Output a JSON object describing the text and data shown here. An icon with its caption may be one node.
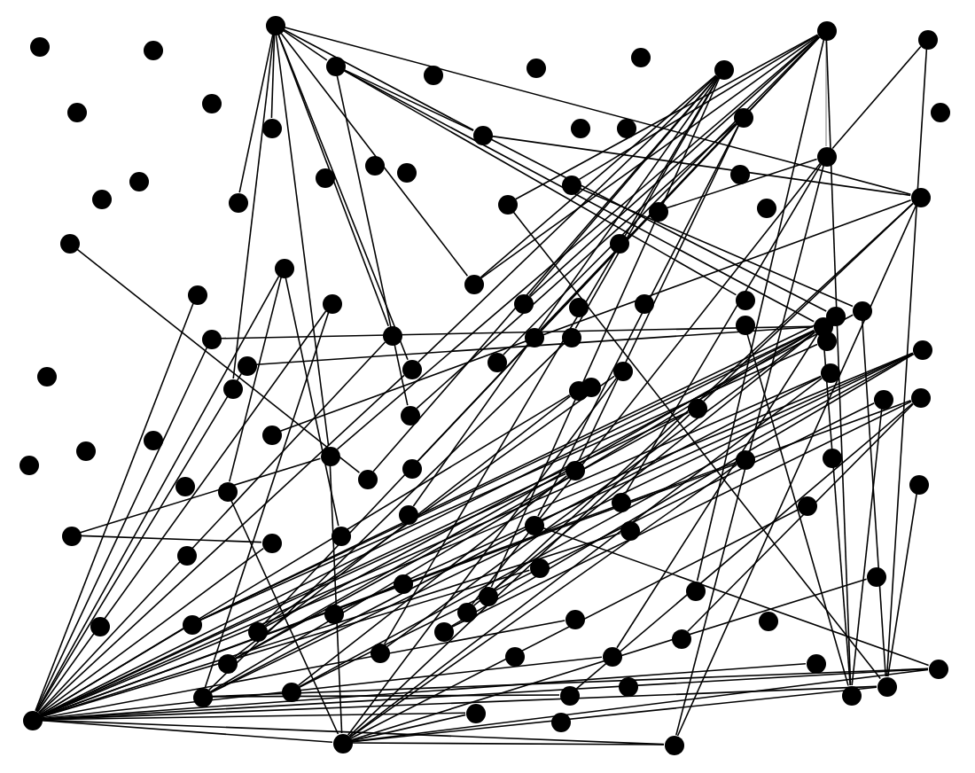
{
  "diagram": {
    "nodes": [
      {
        "text": [],
        "shape": "circle"
      },
      {
        "text": [],
        "shape": "circle"
      },
      {
        "text": [],
        "shape": "circle"
      },
      {
        "text": [],
        "shape": "circle"
      },
      {
        "text": [],
        "shape": "circle"
      },
      {
        "text": [],
        "shape": "circle"
      },
      {
        "text": [],
        "shape": "circle"
      },
      {
        "text": [],
        "shape": "circle"
      },
      {
        "text": [],
        "shape": "circle"
      },
      {
        "text": [],
        "shape": "circle"
      },
      {
        "text": [],
        "shape": "circle"
      },
      {
        "text": [],
        "shape": "circle"
      },
      {
        "text": [],
        "shape": "circle"
      },
      {
        "text": [],
        "shape": "circle"
      },
      {
        "text": [],
        "shape": "circle"
      },
      {
        "text": [],
        "shape": "circle"
      },
      {
        "text": [],
        "shape": "circle"
      },
      {
        "text": [],
        "shape": "circle"
      },
      {
        "text": [],
        "shape": "circle"
      },
      {
        "text": [],
        "shape": "circle"
      },
      {
        "text": [],
        "shape": "circle"
      },
      {
        "text": [],
        "shape": "circle"
      },
      {
        "text": [],
        "shape": "circle"
      },
      {
        "text": [],
        "shape": "circle"
      },
      {
        "text": [],
        "shape": "circle"
      },
      {
        "text": [],
        "shape": "circle"
      },
      {
        "text": [],
        "shape": "circle"
      },
      {
        "text": [],
        "shape": "circle"
      },
      {
        "text": [],
        "shape": "circle"
      },
      {
        "text": [],
        "shape": "circle"
      },
      {
        "text": [],
        "shape": "circle"
      },
      {
        "text": [],
        "shape": "circle"
      },
      {
        "text": [],
        "shape": "circle"
      },
      {
        "text": [],
        "shape": "circle"
      },
      {
        "text": [],
        "shape": "circle"
      },
      {
        "text": [],
        "shape": "circle"
      },
      {
        "text": [],
        "shape": "circle"
      },
      {
        "text": [],
        "shape": "circle"
      },
      {
        "text": [],
        "shape": "circle"
      },
      {
        "text": [],
        "shape": "circle"
      },
      {
        "text": [],
        "shape": "circle"
      },
      {
        "text": [],
        "shape": "circle"
      },
      {
        "text": [],
        "shape": "circle"
      },
      {
        "text": [],
        "shape": "circle"
      },
      {
        "text": [],
        "shape": "circle"
      },
      {
        "text": [],
        "shape": "circle"
      },
      {
        "text": [],
        "shape": "circle"
      },
      {
        "text": [],
        "shape": "circle"
      },
      {
        "text": [],
        "shape": "circle"
      },
      {
        "text": [],
        "shape": "circle"
      },
      {
        "text": [],
        "shape": "circle"
      },
      {
        "text": [],
        "shape": "circle"
      },
      {
        "text": [],
        "shape": "circle"
      },
      {
        "text": [],
        "shape": "circle"
      },
      {
        "text": [],
        "shape": "circle"
      },
      {
        "text": [],
        "shape": "circle"
      },
      {
        "text": [],
        "shape": "circle"
      },
      {
        "text": [],
        "shape": "circle"
      },
      {
        "text": [],
        "shape": "circle"
      },
      {
        "text": [],
        "shape": "circle"
      },
      {
        "text": [],
        "shape": "circle"
      },
      {
        "text": [],
        "shape": "circle"
      },
      {
        "text": [],
        "shape": "circle"
      },
      {
        "text": [],
        "shape": "circle"
      },
      {
        "text": [],
        "shape": "circle"
      },
      {
        "text": [],
        "shape": "circle"
      },
      {
        "text": [],
        "shape": "circle"
      },
      {
        "text": [],
        "shape": "circle"
      },
      {
        "text": [],
        "shape": "circle"
      },
      {
        "text": [],
        "shape": "circle"
      },
      {
        "text": [],
        "shape": "circle"
      },
      {
        "text": [],
        "shape": "circle"
      },
      {
        "text": [],
        "shape": "circle"
      },
      {
        "text": [],
        "shape": "circle"
      },
      {
        "text": [],
        "shape": "circle"
      },
      {
        "text": [],
        "shape": "circle"
      },
      {
        "text": [],
        "shape": "circle"
      },
      {
        "text": [],
        "shape": "circle"
      },
      {
        "text": [],
        "shape": "circle"
      },
      {
        "text": [],
        "shape": "circle"
      },
      {
        "text": [],
        "shape": "circle"
      },
      {
        "text": [],
        "shape": "circle"
      },
      {
        "text": [],
        "shape": "circle"
      },
      {
        "text": [],
        "shape": "circle"
      },
      {
        "text": [],
        "shape": "circle"
      },
      {
        "text": [],
        "shape": "circle"
      },
      {
        "text": [],
        "shape": "circle"
      },
      {
        "text": [],
        "shape": "circle"
      },
      {
        "text": [],
        "shape": "circle"
      },
      {
        "text": [],
        "shape": "circle"
      },
      {
        "text": [],
        "shape": "circle"
      },
      {
        "text": [],
        "shape": "circle"
      },
      {
        "text": [],
        "shape": "circle"
      },
      {
        "text": [],
        "shape": "circle"
      },
      {
        "text": [],
        "shape": "circle"
      },
      {
        "text": [],
        "shape": "circle"
      },
      {
        "text": [],
        "shape": "circle"
      },
      {
        "text": [],
        "shape": "circle"
      },
      {
        "text": [],
        "shape": "circle"
      },
      {
        "text": [],
        "shape": "circle"
      },
      {
        "text": [],
        "shape": "circle"
      },
      {
        "text": [],
        "shape": "circle"
      },
      {
        "text": [],
        "shape": "circle"
      },
      {
        "text": [],
        "shape": "circle"
      },
      {
        "text": [],
        "shape": "circle"
      },
      {
        "text": [],
        "shape": "circle"
      },
      {
        "text": [],
        "shape": "circle"
      },
      {
        "text": [],
        "shape": "circle"
      },
      {
        "text": [],
        "shape": "circle"
      },
      {
        "text": [],
        "shape": "circle"
      },
      {
        "text": [],
        "shape": "circle"
      },
      {
        "text": [],
        "shape": "circle"
      },
      {
        "text": [],
        "shape": "circle"
      },
      {
        "text": [],
        "shape": "circle"
      },
      {
        "text": [],
        "shape": "circle"
      },
      {
        "text": [],
        "shape": "circle"
      },
      {
        "text": [],
        "shape": "circle"
      }
    ],
    "edges": [
      {
        "from": 104,
        "to": 34,
        "arrow": "none"
      },
      {
        "from": 104,
        "to": 36,
        "arrow": "none"
      },
      {
        "from": 104,
        "to": 32,
        "arrow": "none"
      },
      {
        "from": 104,
        "to": 45,
        "arrow": "none"
      },
      {
        "from": 104,
        "to": 51,
        "arrow": "none"
      },
      {
        "from": 104,
        "to": 46,
        "arrow": "none"
      },
      {
        "from": 104,
        "to": 52,
        "arrow": "none"
      },
      {
        "from": 104,
        "to": 57,
        "arrow": "none"
      },
      {
        "from": 104,
        "to": 61,
        "arrow": "none"
      },
      {
        "from": 104,
        "to": 44,
        "arrow": "none"
      },
      {
        "from": 104,
        "to": 50,
        "arrow": "none"
      },
      {
        "from": 104,
        "to": 59,
        "arrow": "none"
      },
      {
        "from": 104,
        "to": 60,
        "arrow": "none"
      },
      {
        "from": 104,
        "to": 73,
        "arrow": "none"
      },
      {
        "from": 104,
        "to": 74,
        "arrow": "none"
      },
      {
        "from": 104,
        "to": 83,
        "arrow": "none"
      },
      {
        "from": 104,
        "to": 86,
        "arrow": "none"
      },
      {
        "from": 104,
        "to": 98,
        "arrow": "none"
      },
      {
        "from": 104,
        "to": 100,
        "arrow": "none"
      },
      {
        "from": 104,
        "to": 102,
        "arrow": "none"
      },
      {
        "from": 104,
        "to": 108,
        "arrow": "none"
      },
      {
        "from": 104,
        "to": 109,
        "arrow": "none"
      },
      {
        "from": 104,
        "to": 113,
        "arrow": "none"
      },
      {
        "from": 104,
        "to": 115,
        "arrow": "none"
      },
      {
        "from": 104,
        "to": 116,
        "arrow": "none"
      },
      {
        "from": 104,
        "to": 93,
        "arrow": "none"
      },
      {
        "from": 104,
        "to": 80,
        "arrow": "none"
      },
      {
        "from": 0,
        "to": 5,
        "arrow": "none"
      },
      {
        "from": 0,
        "to": 12,
        "arrow": "none"
      },
      {
        "from": 0,
        "to": 13,
        "arrow": "none"
      },
      {
        "from": 0,
        "to": 26,
        "arrow": "none"
      },
      {
        "from": 0,
        "to": 56,
        "arrow": "none"
      },
      {
        "from": 0,
        "to": 67,
        "arrow": "none"
      },
      {
        "from": 0,
        "to": 46,
        "arrow": "none"
      },
      {
        "from": 0,
        "to": 52,
        "arrow": "none"
      },
      {
        "from": 0,
        "to": 30,
        "arrow": "none"
      },
      {
        "from": 0,
        "to": 35,
        "arrow": "none"
      },
      {
        "from": 5,
        "to": 13,
        "arrow": "none"
      },
      {
        "from": 5,
        "to": 40,
        "arrow": "none"
      },
      {
        "from": 5,
        "to": 44,
        "arrow": "none"
      },
      {
        "from": 5,
        "to": 63,
        "arrow": "none"
      },
      {
        "from": 1,
        "to": 27,
        "arrow": "none"
      },
      {
        "from": 1,
        "to": 23,
        "arrow": "none"
      },
      {
        "from": 1,
        "to": 24,
        "arrow": "none",
        "color": "#aaaaaa"
      },
      {
        "from": 1,
        "to": 35,
        "arrow": "none"
      },
      {
        "from": 1,
        "to": 39,
        "arrow": "none"
      },
      {
        "from": 1,
        "to": 47,
        "arrow": "none"
      },
      {
        "from": 1,
        "to": 53,
        "arrow": "none"
      },
      {
        "from": 1,
        "to": 71,
        "arrow": "none"
      },
      {
        "from": 1,
        "to": 67,
        "arrow": "none"
      },
      {
        "from": 1,
        "to": 90,
        "arrow": "none"
      },
      {
        "from": 4,
        "to": 24,
        "arrow": "none"
      },
      {
        "from": 4,
        "to": 115,
        "arrow": "none"
      },
      {
        "from": 9,
        "to": 35,
        "arrow": "none"
      },
      {
        "from": 9,
        "to": 39,
        "arrow": "none"
      },
      {
        "from": 9,
        "to": 48,
        "arrow": "none"
      },
      {
        "from": 9,
        "to": 52,
        "arrow": "none"
      },
      {
        "from": 9,
        "to": 70,
        "arrow": "none"
      },
      {
        "from": 9,
        "to": 81,
        "arrow": "none"
      },
      {
        "from": 9,
        "to": 87,
        "arrow": "none"
      },
      {
        "from": 9,
        "to": 96,
        "arrow": "none"
      },
      {
        "from": 16,
        "to": 63,
        "arrow": "none"
      },
      {
        "from": 16,
        "to": 73,
        "arrow": "none"
      },
      {
        "from": 16,
        "to": 82,
        "arrow": "none"
      },
      {
        "from": 16,
        "to": 94,
        "arrow": "none"
      },
      {
        "from": 13,
        "to": 30,
        "arrow": "none"
      },
      {
        "from": 13,
        "to": 43,
        "arrow": "none"
      },
      {
        "from": 23,
        "to": 41,
        "arrow": "none"
      },
      {
        "from": 24,
        "to": 77,
        "arrow": "none"
      },
      {
        "from": 24,
        "to": 88,
        "arrow": "none"
      },
      {
        "from": 24,
        "to": 28,
        "arrow": "none"
      },
      {
        "from": 30,
        "to": 66,
        "arrow": "none"
      },
      {
        "from": 30,
        "to": 87,
        "arrow": "none"
      },
      {
        "from": 30,
        "to": 61,
        "arrow": "none"
      },
      {
        "from": 31,
        "to": 70,
        "arrow": "none"
      },
      {
        "from": 32,
        "to": 79,
        "arrow": "none"
      },
      {
        "from": 32,
        "to": 72,
        "arrow": "none"
      },
      {
        "from": 44,
        "to": 51,
        "arrow": "none"
      },
      {
        "from": 44,
        "to": 45,
        "arrow": "none"
      },
      {
        "from": 44,
        "to": 93,
        "arrow": "none"
      },
      {
        "from": 44,
        "to": 96,
        "arrow": "none"
      },
      {
        "from": 44,
        "to": 105,
        "arrow": "none"
      },
      {
        "from": 44,
        "to": 114,
        "arrow": "none"
      },
      {
        "from": 44,
        "to": 100,
        "arrow": "none"
      },
      {
        "from": 44,
        "to": 106,
        "arrow": "none"
      },
      {
        "from": 44,
        "to": 88,
        "arrow": "none"
      },
      {
        "from": 50,
        "to": 95,
        "arrow": "none"
      },
      {
        "from": 50,
        "to": 97,
        "arrow": "none"
      },
      {
        "from": 50,
        "to": 107,
        "arrow": "none"
      },
      {
        "from": 60,
        "to": 97,
        "arrow": "none"
      },
      {
        "from": 60,
        "to": 110,
        "arrow": "none"
      },
      {
        "from": 60,
        "to": 103,
        "arrow": "none"
      },
      {
        "from": 62,
        "to": 114,
        "arrow": "none"
      },
      {
        "from": 76,
        "to": 115,
        "arrow": "none"
      },
      {
        "from": 78,
        "to": 67,
        "arrow": "none"
      },
      {
        "from": 78,
        "to": 80,
        "arrow": "none"
      },
      {
        "from": 108,
        "to": 72,
        "arrow": "none"
      },
      {
        "from": 108,
        "to": 67,
        "arrow": "none"
      },
      {
        "from": 108,
        "to": 54,
        "arrow": "none"
      },
      {
        "from": 108,
        "to": 61,
        "arrow": "none"
      },
      {
        "from": 108,
        "to": 59,
        "arrow": "none"
      },
      {
        "from": 108,
        "to": 74,
        "arrow": "none"
      },
      {
        "from": 108,
        "to": 84,
        "arrow": "none"
      },
      {
        "from": 108,
        "to": 91,
        "arrow": "none"
      },
      {
        "from": 108,
        "to": 116,
        "arrow": "none"
      },
      {
        "from": 108,
        "to": 115,
        "arrow": "none"
      },
      {
        "from": 108,
        "to": 113,
        "arrow": "none"
      },
      {
        "from": 108,
        "to": 109,
        "arrow": "none"
      },
      {
        "from": 106,
        "to": 36,
        "arrow": "none"
      },
      {
        "from": 106,
        "to": 59,
        "arrow": "none"
      },
      {
        "from": 106,
        "to": 50,
        "arrow": "none"
      },
      {
        "from": 106,
        "to": 48,
        "arrow": "none"
      },
      {
        "from": 106,
        "to": 116,
        "arrow": "none"
      },
      {
        "from": 106,
        "to": 110,
        "arrow": "none"
      },
      {
        "from": 105,
        "to": 57,
        "arrow": "none"
      },
      {
        "from": 105,
        "to": 61,
        "arrow": "none"
      },
      {
        "from": 93,
        "to": 49,
        "arrow": "none"
      },
      {
        "from": 93,
        "to": 43,
        "arrow": "none"
      },
      {
        "from": 94,
        "to": 41,
        "arrow": "none"
      },
      {
        "from": 94,
        "to": 54,
        "arrow": "none"
      },
      {
        "from": 107,
        "to": 62,
        "arrow": "none"
      },
      {
        "from": 107,
        "to": 73,
        "arrow": "none"
      },
      {
        "from": 113,
        "to": 30,
        "arrow": "none"
      },
      {
        "from": 113,
        "to": 24,
        "arrow": "none"
      },
      {
        "from": 115,
        "to": 41,
        "arrow": "none"
      },
      {
        "from": 115,
        "to": 27,
        "arrow": "none"
      },
      {
        "from": 114,
        "to": 1,
        "arrow": "none"
      },
      {
        "from": 114,
        "to": 42,
        "arrow": "none"
      },
      {
        "from": 116,
        "to": 82,
        "arrow": "none"
      }
    ]
  }
}
